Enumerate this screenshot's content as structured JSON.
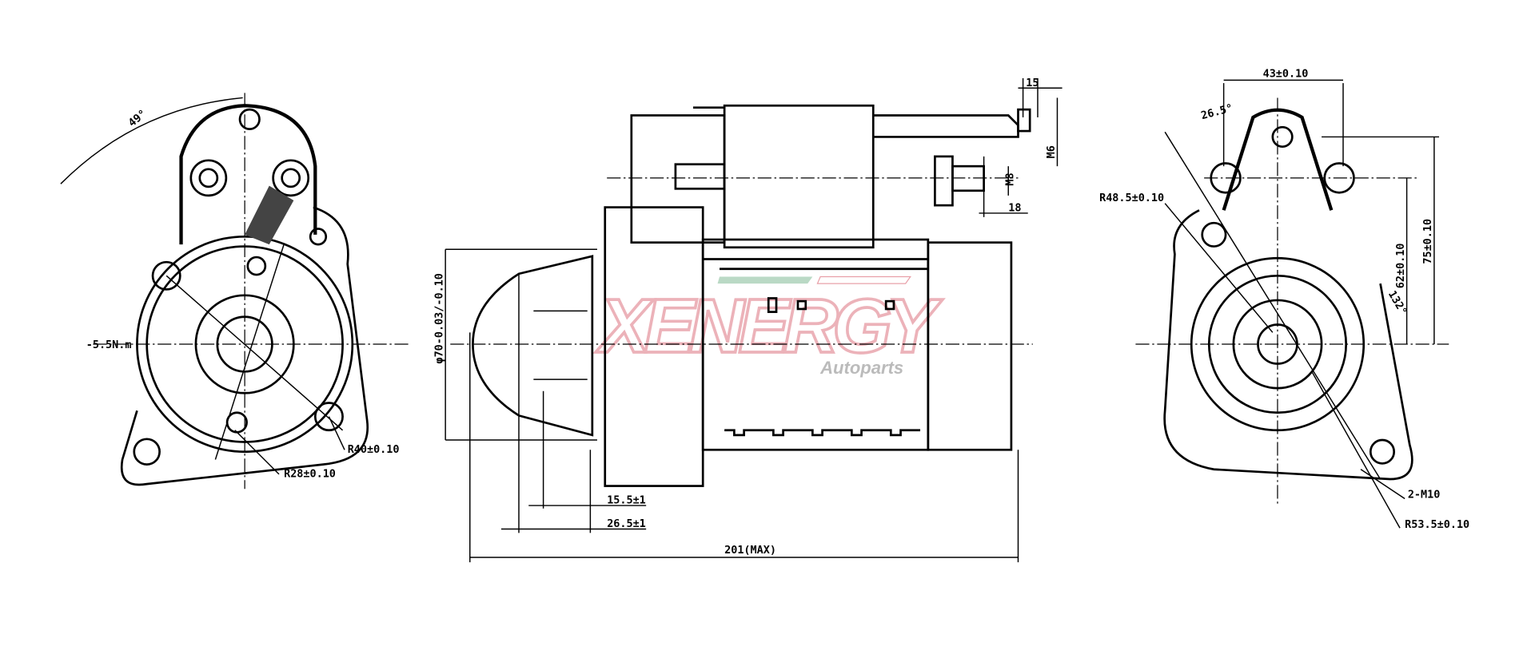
{
  "title": "Starter motor dimensional drawing",
  "logo": {
    "brand": "XENERGY",
    "sub": "Autoparts",
    "color": "#e8a0a8",
    "accent": "#a9cfb7"
  },
  "left_view": {
    "angle": "49°",
    "torque": "-5.5N.m",
    "r_outer": "R40±0.10",
    "r_inner": "R28±0.10"
  },
  "side_view": {
    "diameter": "φ70-0.03/-0.10",
    "pinion_1": "15.5±1",
    "pinion_2": "26.5±1",
    "length": "201(MAX)",
    "terminal_15": "15",
    "m6": "M6",
    "m8": "M8",
    "terminal_18": "18"
  },
  "right_view": {
    "width": "43±0.10",
    "angle": "26.5°",
    "r1": "R48.5±0.10",
    "h62": "62±0.10",
    "h75": "75±0.10",
    "angle2": "132°",
    "holes": "2-M10",
    "r2": "R53.5±0.10"
  }
}
